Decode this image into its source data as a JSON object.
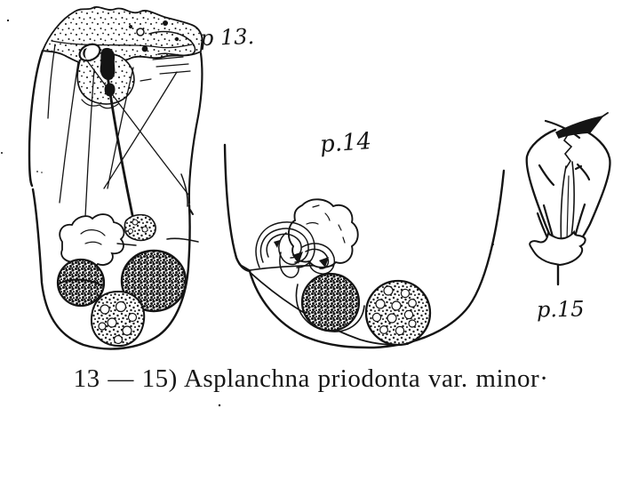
{
  "page": {
    "background_color": "#ffffff",
    "ink_color": "#141414",
    "kind": "scanned zoological figure plate"
  },
  "figures": [
    {
      "id": "fig-13",
      "label": "p 13.",
      "drawing": "rotifer-whole-animal-with-corona-muscles-and-eggs"
    },
    {
      "id": "fig-14",
      "label": "p.14",
      "drawing": "contracted-rotifer-body-with-stomach-vitellarium-and-two-eggs"
    },
    {
      "id": "fig-15",
      "label": "p.15",
      "drawing": "rotifer-trophi-jaws"
    }
  ],
  "caption": {
    "text": "13 — 15) Asplanchna priodonta var. minor·"
  }
}
